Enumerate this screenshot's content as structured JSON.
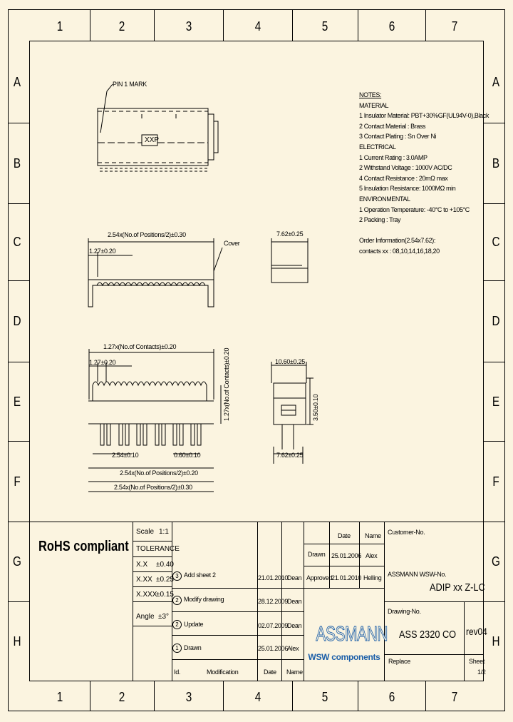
{
  "columns": [
    "1",
    "2",
    "3",
    "4",
    "5",
    "6",
    "7"
  ],
  "rows": [
    "A",
    "B",
    "C",
    "D",
    "E",
    "F",
    "G",
    "H"
  ],
  "pin_mark": "PIN 1 MARK",
  "xxp_label": "XXP",
  "dim_top_length": "2.54x(No.of Positions/2)±0.30",
  "dim_127": "1.27±0.20",
  "cover_label": "Cover",
  "dim_side_width": "7.62±0.25",
  "dim_contacts": "1.27x(No.of Contacts)±0.20",
  "dim_127b": "1.27±0.20",
  "dim_254": "2.54±0.10",
  "dim_060": "0.60±0.10",
  "dim_height_vert": "3.50±0.10",
  "dim_1060": "10.60±0.25",
  "dim_762b": "7.62±0.25",
  "dim_vert_left": "1.27x(No.of Contacts)±0.20",
  "dim_bottom1": "2.54x(No.of Positions/2)±0.20",
  "dim_bottom2": "2.54x(No.of Positions/2)±0.30",
  "notes": [
    "NOTES:",
    "MATERIAL",
    " 1 Insulator Material: PBT+30%GF(UL94V-0),Black",
    " 2 Contact Material : Brass",
    " 3 Contact Plating : Sn Over Ni",
    "ELECTRICAL",
    " 1 Current Rating : 3.0AMP",
    " 2 Withstand Voltage : 1000V AC/DC",
    " 4 Contact Resistance : 20mΩ max",
    " 5 Insulation Resistance: 1000MΩ min",
    "ENVIRONMENTAL",
    " 1 Operation Temperature: -40°C to +105°C",
    " 2 Packing : Tray",
    "",
    "Order Information(2.54x7.62):",
    "  contacts xx : 08,10,14,16,18,20"
  ],
  "rohs": "RoHS compliant",
  "scale_label": "Scale",
  "scale_value": "1:1",
  "tolerance_label": "TOLERANCE",
  "tol_rows": [
    {
      "fmt": "X.X",
      "val": "±0.40"
    },
    {
      "fmt": "X.XX",
      "val": "±0.25"
    },
    {
      "fmt": "X.XXX",
      "val": "±0.15"
    }
  ],
  "angle_label": "Angle",
  "angle_value": "±3°",
  "revisions": [
    {
      "idx": "3",
      "desc": "Add sheet 2",
      "date": "21.01.2010",
      "name": "Dean"
    },
    {
      "idx": "2",
      "desc": "Modify drawing",
      "date": "28.12.2009",
      "name": "Dean"
    },
    {
      "idx": "2",
      "desc": "Update",
      "date": "02.07.2009",
      "name": "Dean"
    },
    {
      "idx": "1",
      "desc": "Drawn",
      "date": "25.01.2006",
      "name": "Alex"
    }
  ],
  "rev_header": {
    "id": "Id.",
    "modification": "Modification",
    "date": "Date",
    "name": "Name"
  },
  "sign_header": {
    "date": "Date",
    "name": "Name"
  },
  "drawn_label": "Drawn",
  "drawn_date": "25.01.2006",
  "drawn_name": "Alex",
  "approved_label": "Approved",
  "approved_date": "21.01.2010",
  "approved_name": "Helling",
  "customer_label": "Customer-No.",
  "assmann_no_label": "ASSMANN WSW-No.",
  "part_no": "ADIP xx Z-LC",
  "drawing_no_label": "Drawing-No.",
  "drawing_no": "ASS 2320 CO",
  "rev": "rev04",
  "replace_label": "Replace",
  "sheet_label": "Sheet",
  "sheet_value": "1/2",
  "logo_top": "ASSMANN",
  "logo_bottom": "WSW components",
  "colors": {
    "background": "#fbf4e0",
    "line": "#000000",
    "logo_blue": "#1b5ea8"
  }
}
